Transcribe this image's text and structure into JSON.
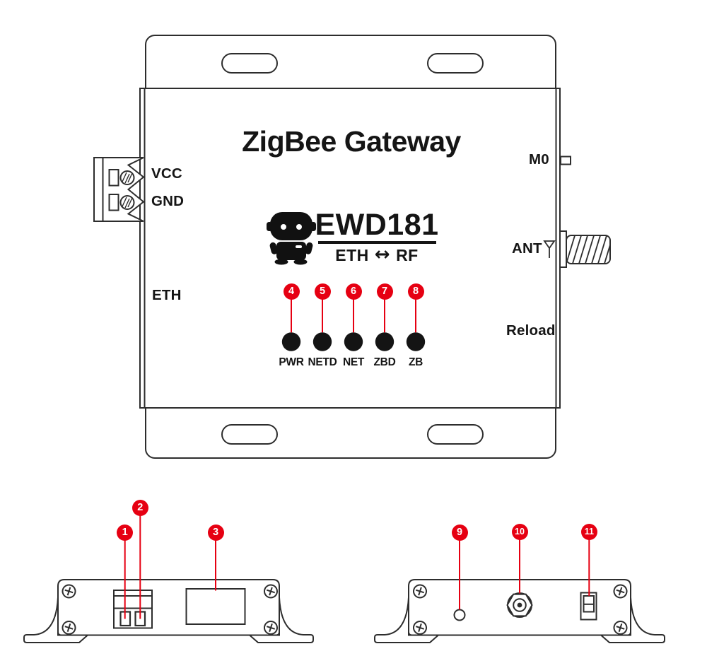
{
  "top_view": {
    "title": "ZigBee Gateway",
    "model": "EWD181",
    "mode": {
      "left": "ETH",
      "arrow": "↔",
      "right": "RF"
    },
    "left_labels": {
      "vcc": "VCC",
      "gnd": "GND",
      "eth": "ETH"
    },
    "right_labels": {
      "m0": "M0",
      "ant": "ANT",
      "reload": "Reload"
    },
    "leds": [
      {
        "num": "4",
        "label": "PWR"
      },
      {
        "num": "5",
        "label": "NETD"
      },
      {
        "num": "6",
        "label": "NET"
      },
      {
        "num": "7",
        "label": "ZBD"
      },
      {
        "num": "8",
        "label": "ZB"
      }
    ]
  },
  "bottom_left_view": {
    "callouts": [
      {
        "num": "1"
      },
      {
        "num": "2"
      },
      {
        "num": "3"
      }
    ]
  },
  "bottom_right_view": {
    "callouts": [
      {
        "num": "9"
      },
      {
        "num": "10"
      },
      {
        "num": "11"
      }
    ]
  },
  "colors": {
    "accent_red": "#e60012",
    "line": "#2d2d2d",
    "text": "#151515",
    "led": "#141414"
  }
}
